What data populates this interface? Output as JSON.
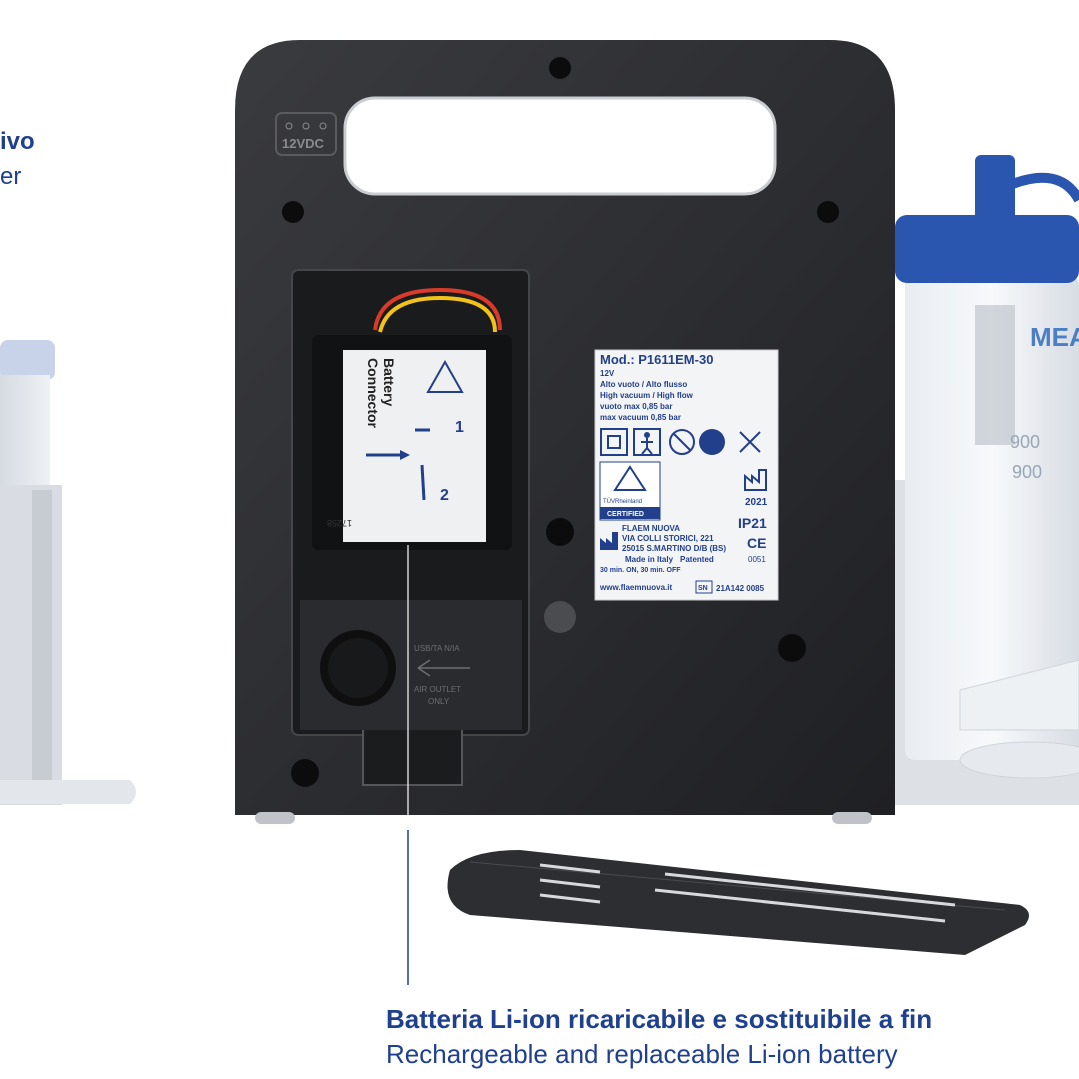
{
  "left_caption": {
    "bold_fragment": "ivo",
    "regular_fragment": "er"
  },
  "device": {
    "dc_port_label": "12VDC",
    "battery_sticker": {
      "title_line1": "Battery",
      "title_line2": "Connector",
      "step_1": "1",
      "step_2": "2",
      "code": "17258"
    },
    "vent_text": {
      "line1": "USB/TA N/IA",
      "line2": "AIR OUTLET",
      "line3": "ONLY"
    },
    "rating_label": {
      "model": "Mod.: P1611EM-30",
      "voltage": "12V",
      "line_it_1": "Alto vuoto / Alto flusso",
      "line_en_1": "High vacuum / High flow",
      "line_it_2": "vuoto max 0,85 bar",
      "line_en_2": "max vacuum 0,85 bar",
      "tuv_line1": "TÜVRheinland",
      "tuv_line2": "CERTIFIED",
      "year": "2021",
      "ip": "IP21",
      "manufacturer": "FLAEM NUOVA",
      "address1": "VIA COLLI STORICI, 221",
      "address2": "25015 S.MARTINO D/B (BS)",
      "made_in": "Made in Italy",
      "patented": "Patented",
      "duty": "30 min. ON, 30 min. OFF",
      "website": "www.flaemnuova.it",
      "ce": "CE",
      "ce_number": "0051",
      "sn_label": "SN",
      "serial": "21A142 0085"
    }
  },
  "jar_right_text": "MEA",
  "jar_right_marks": [
    "900",
    "900"
  ],
  "bottom_caption": {
    "italian": "Batteria Li-ion ricaricabile e sostituibile a fin",
    "english": "Rechargeable and replaceable Li-ion battery"
  },
  "colors": {
    "caption": "#1f3f8f",
    "body": "#2a2b2e",
    "jar_lid": "#2b56b0"
  }
}
